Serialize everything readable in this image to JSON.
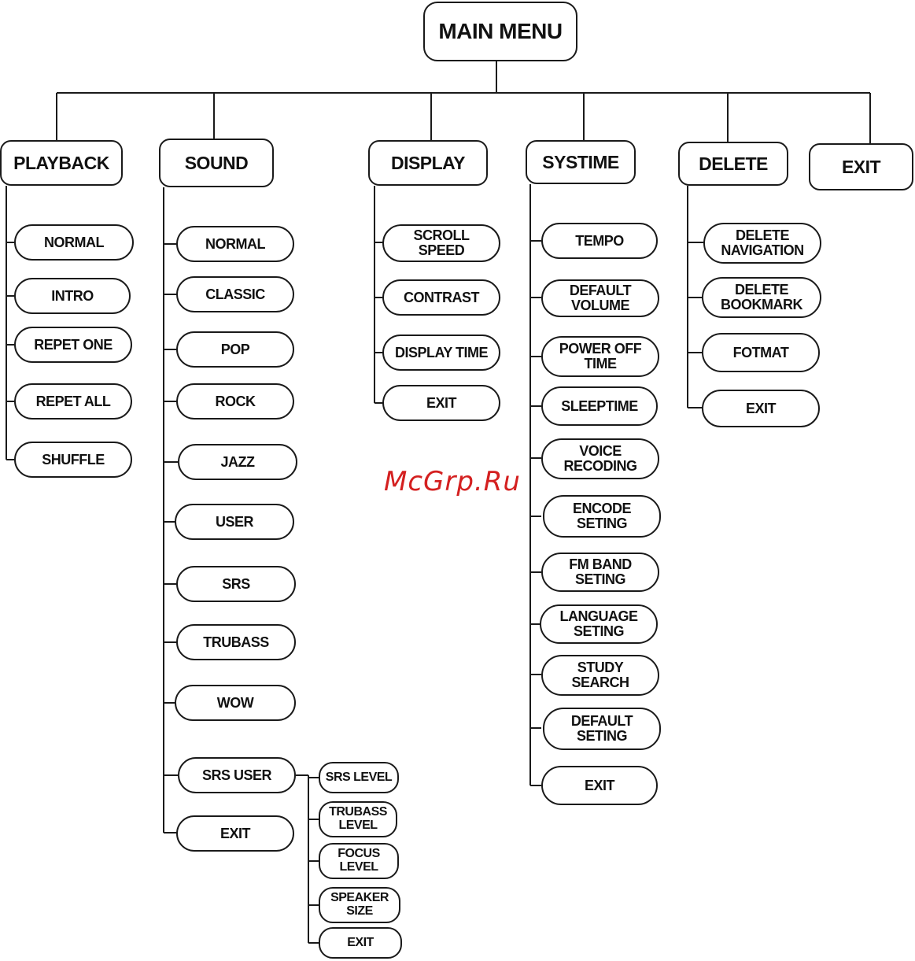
{
  "main_menu": "MAIN MENU",
  "branches": {
    "playback": {
      "title": "PLAYBACK",
      "items": [
        "NORMAL",
        "INTRO",
        "REPET ONE",
        "REPET ALL",
        "SHUFFLE"
      ]
    },
    "sound": {
      "title": "SOUND",
      "items": [
        "NORMAL",
        "CLASSIC",
        "POP",
        "ROCK",
        "JAZZ",
        "USER",
        "SRS",
        "TRUBASS",
        "WOW",
        "SRS USER",
        "EXIT"
      ],
      "srs_user_items": [
        "SRS LEVEL",
        "TRUBASS\nLEVEL",
        "FOCUS\nLEVEL",
        "SPEAKER\nSIZE",
        "EXIT"
      ]
    },
    "display": {
      "title": "DISPLAY",
      "items": [
        "SCROLL\nSPEED",
        "CONTRAST",
        "DISPLAY TIME",
        "EXIT"
      ]
    },
    "systime": {
      "title": "SYSTIME",
      "items": [
        "TEMPO",
        "DEFAULT\nVOLUME",
        "POWER OFF\nTIME",
        "SLEEPTIME",
        "VOICE\nRECODING",
        "ENCODE\nSETING",
        "FM BAND\nSETING",
        "LANGUAGE\nSETING",
        "STUDY\nSEARCH",
        "DEFAULT\nSETING",
        "EXIT"
      ]
    },
    "delete": {
      "title": "DELETE",
      "items": [
        "DELETE\nNAVIGATION",
        "DELETE\nBOOKMARK",
        "FOTMAT",
        "EXIT"
      ]
    },
    "exit": {
      "title": "EXIT"
    }
  },
  "watermark": "McGrp.Ru"
}
